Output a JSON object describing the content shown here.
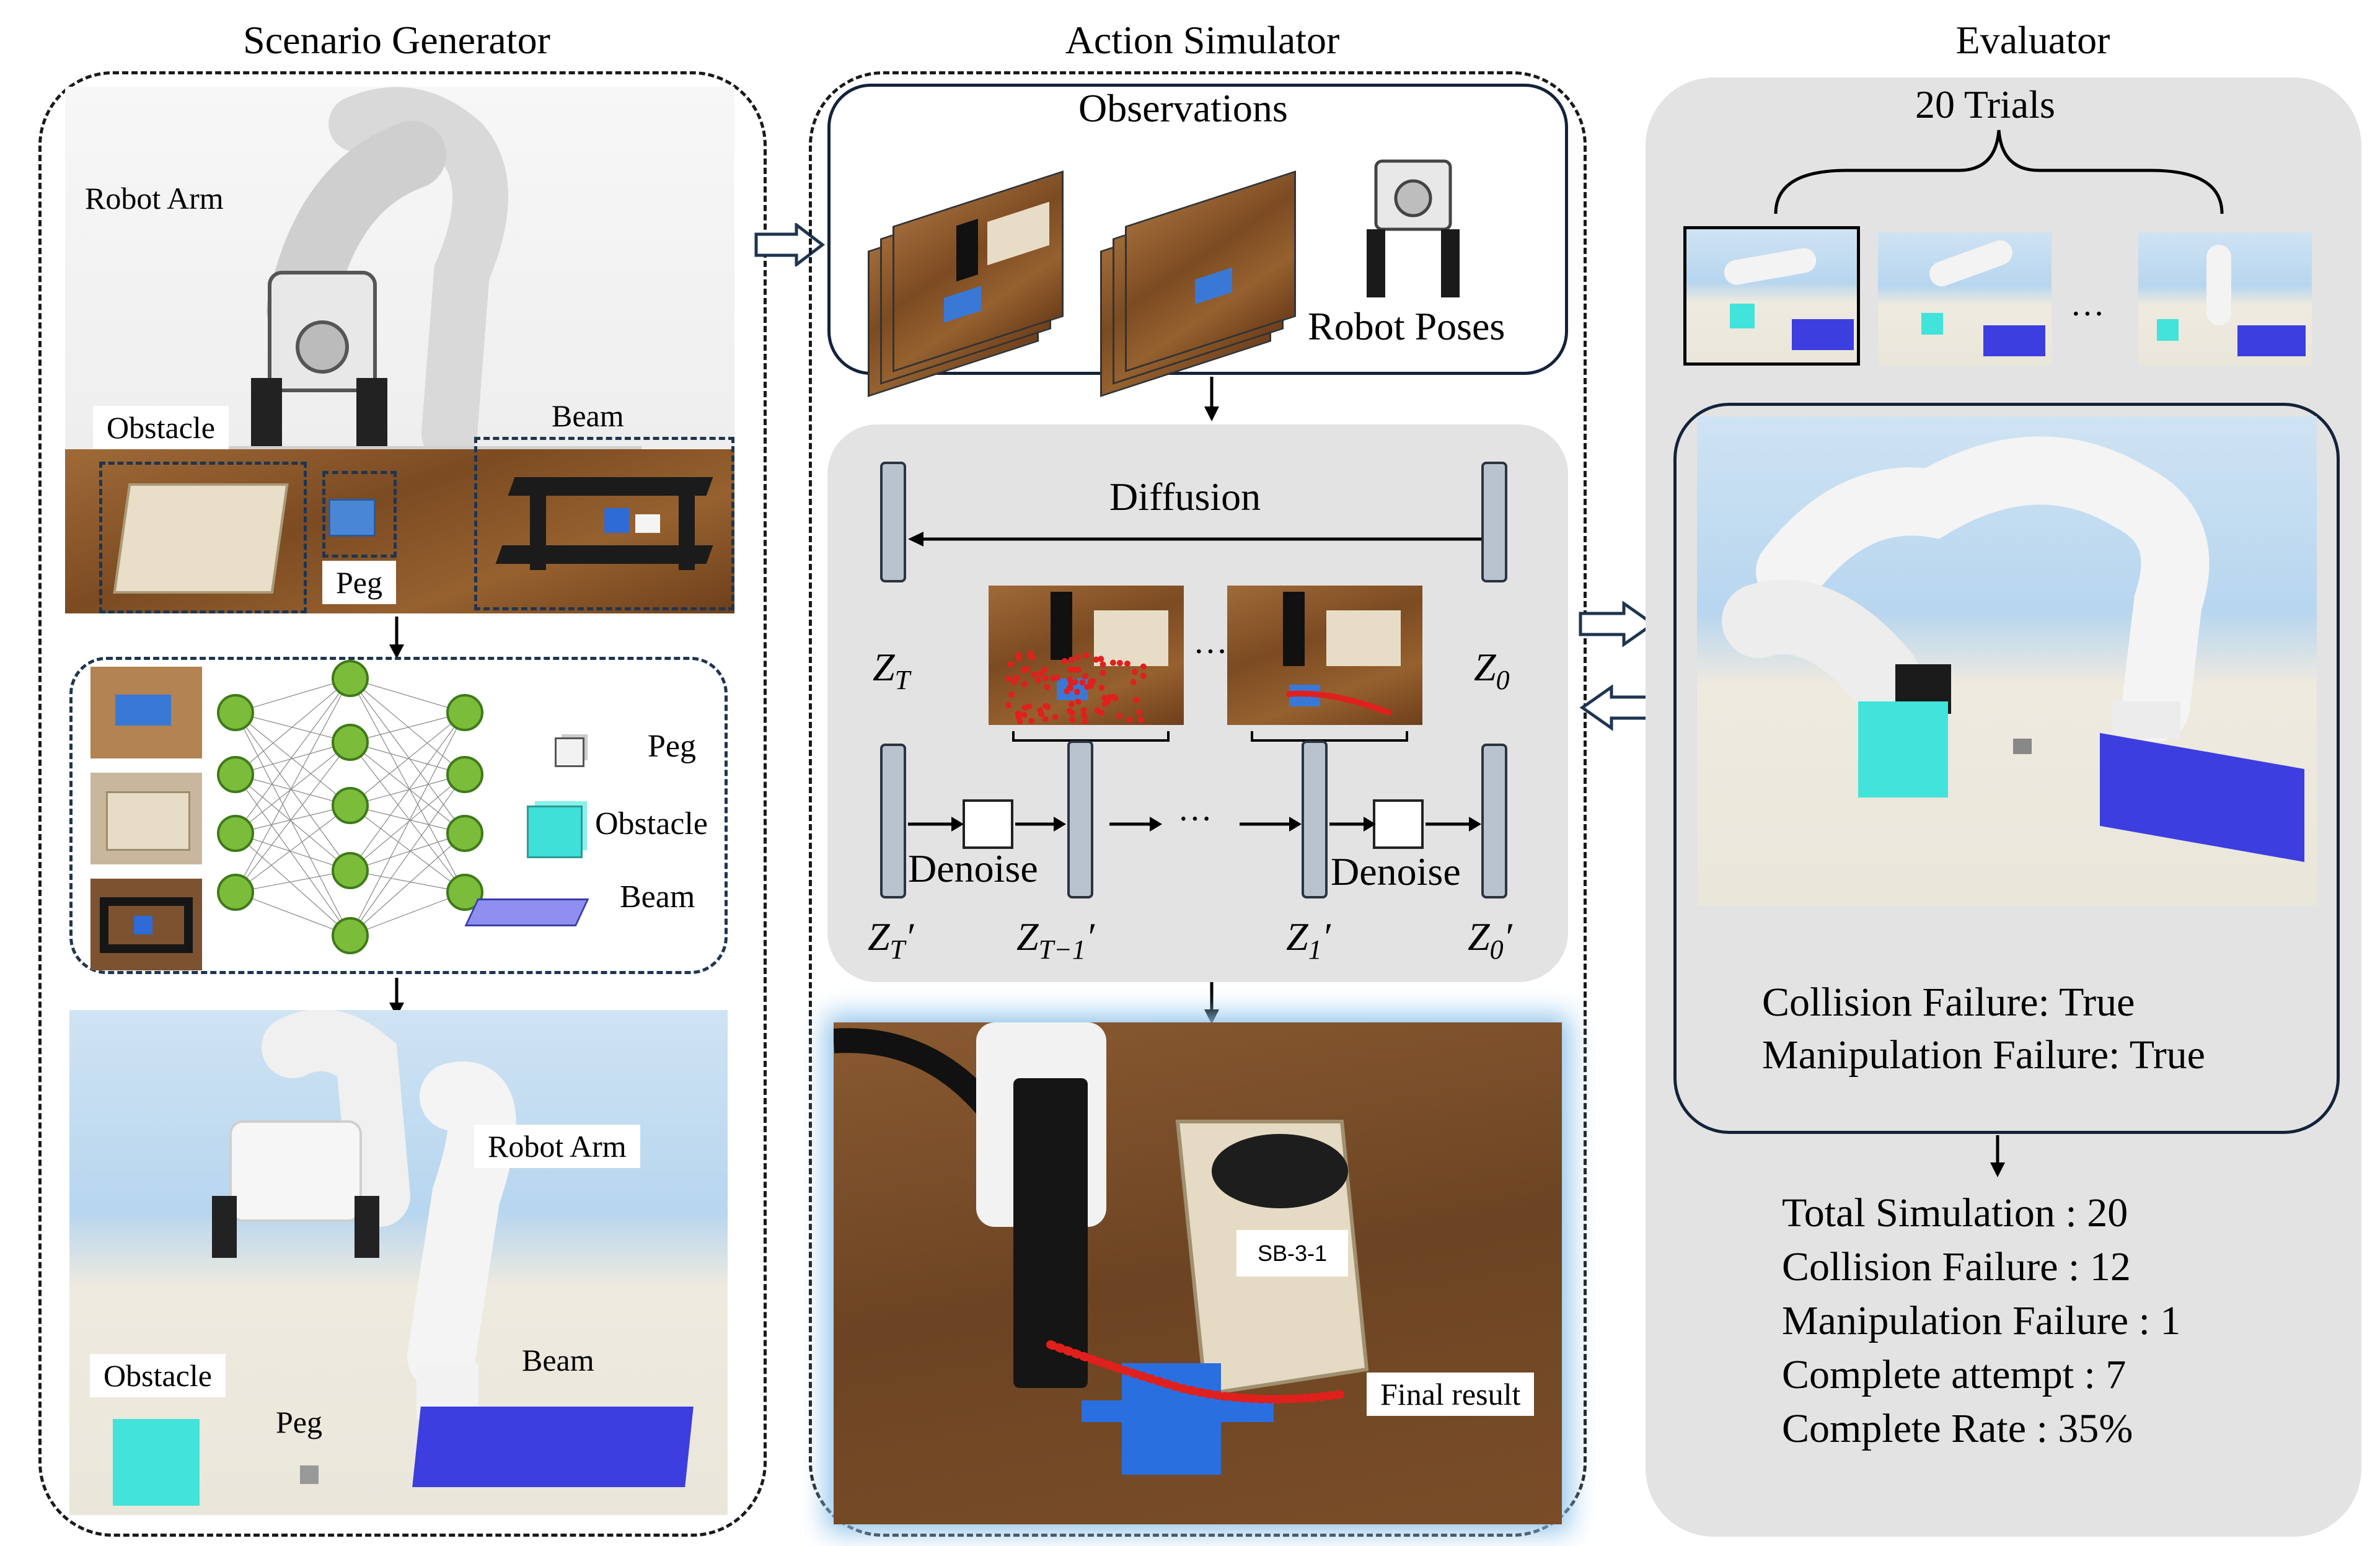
{
  "sections": {
    "scenario_title": "Scenario Generator",
    "action_title": "Action Simulator",
    "evaluator_title": "Evaluator"
  },
  "scenario": {
    "robot_arm_label": "Robot Arm",
    "obstacle_label": "Obstacle",
    "beam_label": "Beam",
    "peg_label": "Peg",
    "legend_peg": "Peg",
    "legend_obstacle": "Obstacle",
    "legend_beam": "Beam",
    "sim_robot_arm_label": "Robot Arm",
    "sim_obstacle_label": "Obstacle",
    "sim_peg_label": "Peg",
    "sim_beam_label": "Beam"
  },
  "action": {
    "observations_label": "Observations",
    "robot_poses_label": "Robot Poses",
    "diffusion_label": "Diffusion",
    "z_T": "Z",
    "z_T_sub": "T",
    "z_0": "Z",
    "z_0_sub": "0",
    "dots": "···",
    "denoise_label_1": "Denoise",
    "denoise_label_2": "Denoise",
    "zp_T": "Z",
    "zp_T_sub": "T",
    "zp_Tm1": "Z",
    "zp_Tm1_sub": "T−1",
    "zp_1": "Z",
    "zp_1_sub": "1",
    "zp_0": "Z",
    "zp_0_sub": "0",
    "prime": "′",
    "bin_tag": "SB-3-1",
    "final_result_label": "Final result"
  },
  "evaluator": {
    "trials_label": "20 Trials",
    "ellipsis": "···",
    "collision_failure": "Collision Failure: True",
    "manipulation_failure": "Manipulation Failure: True",
    "stats": [
      "Total Simulation : 20",
      "Collision Failure : 12",
      "Manipulation Failure : 1",
      "Complete attempt : 7",
      "Complete Rate : 35%"
    ]
  },
  "colors": {
    "nn_node": "#7bbc3a",
    "beam_blue": "#4b4fe0",
    "obstacle_cyan": "#3fe0d8",
    "trajectory_red": "#e0201c",
    "panel_gray": "#e3e3e3"
  }
}
